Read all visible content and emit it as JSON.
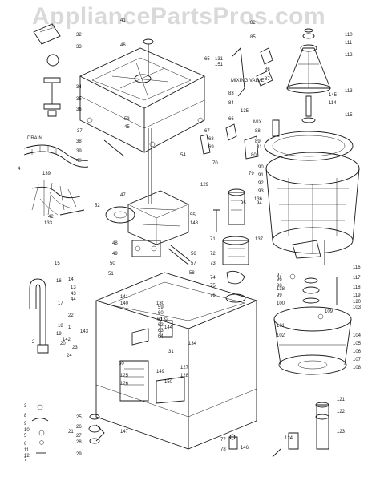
{
  "watermark": "AppliancePartsPros.com",
  "captions": {
    "drain": "DRAIN",
    "mixing_valve": "MIXING VALVE",
    "mix": "MIX"
  },
  "callouts": [
    "1",
    "2",
    "3",
    "4",
    "5",
    "6",
    "7",
    "8",
    "9",
    "10",
    "11",
    "12",
    "13",
    "14",
    "15",
    "16",
    "17",
    "18",
    "19",
    "20",
    "21",
    "22",
    "23",
    "24",
    "25",
    "26",
    "27",
    "28",
    "29",
    "30",
    "31",
    "32",
    "33",
    "34",
    "35",
    "36",
    "37",
    "38",
    "39",
    "40",
    "41",
    "42",
    "43",
    "44",
    "45",
    "46",
    "47",
    "48",
    "49",
    "50",
    "51",
    "52",
    "53",
    "54",
    "55",
    "56",
    "57",
    "58",
    "59",
    "60",
    "61",
    "62",
    "63",
    "64",
    "65",
    "66",
    "67",
    "68",
    "69",
    "70",
    "71",
    "72",
    "73",
    "74",
    "75",
    "76",
    "77",
    "78",
    "79",
    "80",
    "81",
    "82",
    "83",
    "84",
    "85",
    "86",
    "87",
    "88",
    "89",
    "90",
    "91",
    "92",
    "93",
    "94",
    "95",
    "96",
    "97",
    "98",
    "99",
    "100",
    "101",
    "102",
    "103",
    "104",
    "105",
    "106",
    "107",
    "108",
    "109",
    "110",
    "111",
    "112",
    "113",
    "114",
    "115",
    "116",
    "117",
    "118",
    "119",
    "120",
    "121",
    "122",
    "123",
    "124",
    "125",
    "126",
    "127",
    "128",
    "129",
    "130",
    "131",
    "132",
    "133",
    "134",
    "135",
    "136",
    "137",
    "138",
    "139",
    "140",
    "141",
    "142",
    "143",
    "144",
    "145",
    "146",
    "147",
    "148",
    "149",
    "150",
    "151"
  ],
  "colors": {
    "ink": "#1a1a1a",
    "paper": "#ffffff",
    "watermark": "#aaaaaa"
  }
}
